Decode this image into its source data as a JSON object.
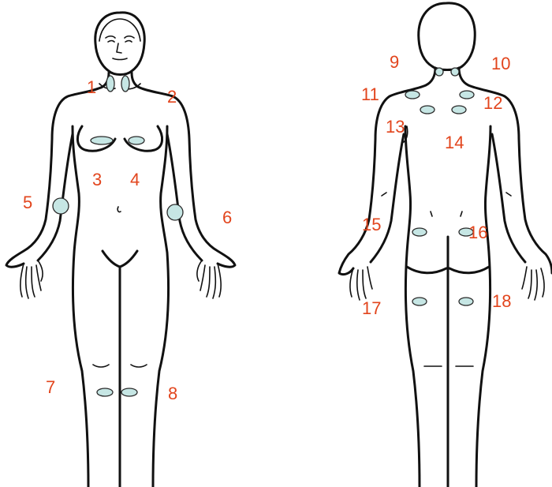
{
  "colors": {
    "label": "#e2451d",
    "spot_fill": "#c6e6e4",
    "outline": "#111111",
    "background": "#ffffff"
  },
  "figures": [
    {
      "view": "front",
      "points": [
        "1",
        "2",
        "3",
        "4",
        "5",
        "6",
        "7",
        "8"
      ]
    },
    {
      "view": "back",
      "points": [
        "9",
        "10",
        "11",
        "12",
        "13",
        "14",
        "15",
        "16",
        "17",
        "18"
      ]
    }
  ],
  "labels": [
    "1",
    "2",
    "3",
    "4",
    "5",
    "6",
    "7",
    "8",
    "9",
    "10",
    "11",
    "12",
    "13",
    "14",
    "15",
    "16",
    "17",
    "18"
  ]
}
